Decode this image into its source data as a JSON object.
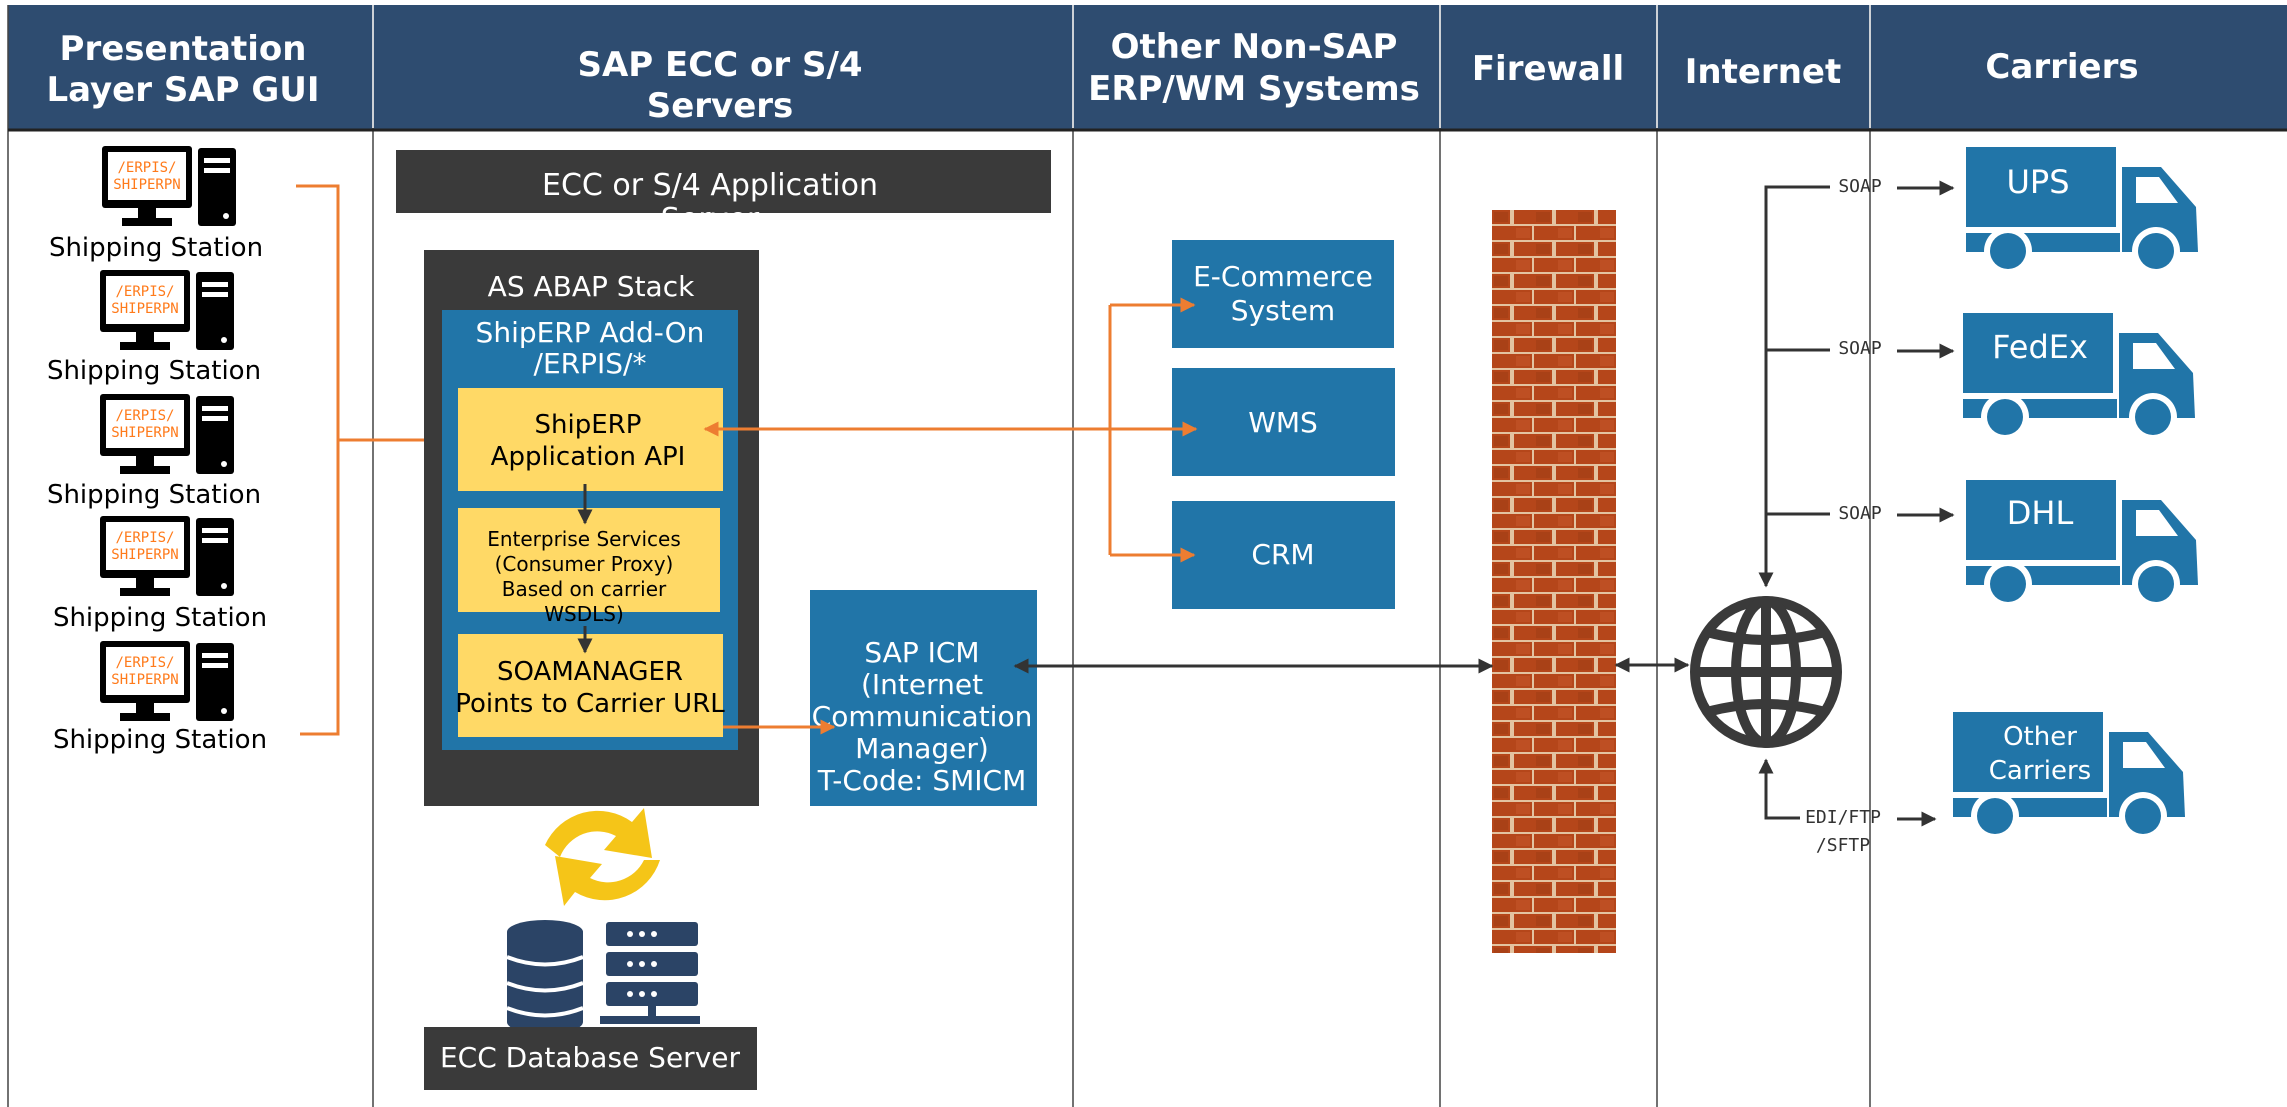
{
  "headers": {
    "presentation": [
      "Presentation",
      "Layer SAP GUI"
    ],
    "sap_servers": [
      "SAP  ECC or S/4",
      "Servers"
    ],
    "other_erp": [
      "Other Non-SAP",
      "ERP/WM Systems"
    ],
    "firewall": "Firewall",
    "internet": "Internet",
    "carriers": "Carriers"
  },
  "stations": {
    "label": "Shipping Station",
    "screen_text": [
      "/ERPIS/",
      "SHIPERPN"
    ]
  },
  "app_server": {
    "title": "ECC or S/4 Application",
    "title_cut": "Server"
  },
  "abap": {
    "title": "AS ABAP Stack",
    "addon_title": [
      "ShipERP Add-On",
      "/ERPIS/*"
    ],
    "api": [
      "ShipERP",
      "Application API"
    ],
    "enterprise": [
      "Enterprise Services",
      "(Consumer Proxy)",
      "Based on carrier",
      "WSDLS)"
    ],
    "soamanager": [
      "SOAMANAGER",
      "Points to Carrier URL"
    ]
  },
  "db_server": "ECC Database Server",
  "icm": [
    "SAP ICM",
    "(Internet",
    "Communication",
    "Manager)",
    "T-Code: SMICM"
  ],
  "erp_systems": {
    "ecommerce": [
      "E-Commerce",
      "System"
    ],
    "wms": "WMS",
    "crm": "CRM"
  },
  "protocols": {
    "soap": "SOAP",
    "edi": [
      "EDI/FTP",
      "/SFTP"
    ]
  },
  "carriers": {
    "ups": "UPS",
    "fedex": "FedEx",
    "dhl": "DHL",
    "other": [
      "Other",
      "Carriers"
    ]
  },
  "colors": {
    "header_bg": "#2e4c70",
    "blue": "#2175a8",
    "dark": "#3a3a3a",
    "yellow": "#ffd966",
    "orange": "#ed7d31",
    "brick": "#b5461a",
    "navy": "#2b4466"
  }
}
